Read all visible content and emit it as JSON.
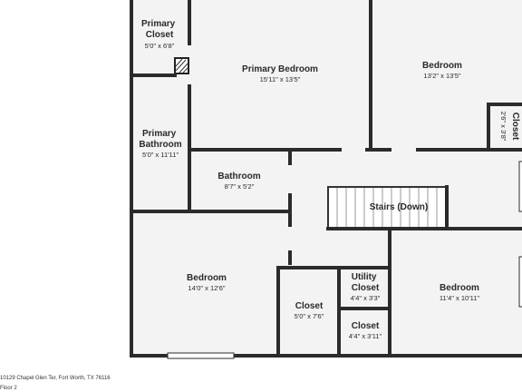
{
  "rooms": [
    {
      "id": "primary-closet",
      "name": [
        "Primary",
        "Closet"
      ],
      "dims": "5'0\" x 6'8\""
    },
    {
      "id": "primary-bedroom",
      "name": [
        "Primary Bedroom"
      ],
      "dims": "15'11\" x 13'5\""
    },
    {
      "id": "bedroom-ne",
      "name": [
        "Bedroom"
      ],
      "dims": "13'2\" x 13'5\""
    },
    {
      "id": "closet-small",
      "name": [
        "Closet"
      ],
      "dims": "2'6\" x 3'8\""
    },
    {
      "id": "primary-bathroom",
      "name": [
        "Primary",
        "Bathroom"
      ],
      "dims": "5'0\" x 11'11\""
    },
    {
      "id": "bathroom",
      "name": [
        "Bathroom"
      ],
      "dims": "8'7\" x 5'2\""
    },
    {
      "id": "stairs",
      "name": [
        "Stairs (Down)"
      ],
      "dims": ""
    },
    {
      "id": "bedroom-sw",
      "name": [
        "Bedroom"
      ],
      "dims": "14'0\" x 12'6\""
    },
    {
      "id": "closet-mid",
      "name": [
        "Closet"
      ],
      "dims": "5'0\" x 7'6\""
    },
    {
      "id": "utility-closet",
      "name": [
        "Utility",
        "Closet"
      ],
      "dims": "4'4\" x 3'3\""
    },
    {
      "id": "closet-lower",
      "name": [
        "Closet"
      ],
      "dims": "4'4\" x 3'11\""
    },
    {
      "id": "bedroom-se",
      "name": [
        "Bedroom"
      ],
      "dims": "11'4\" x 10'11\""
    }
  ],
  "footer": {
    "address": "10129 Chapel Glen Ter, Fort Worth, TX 76116",
    "floor": "Floor 2"
  }
}
